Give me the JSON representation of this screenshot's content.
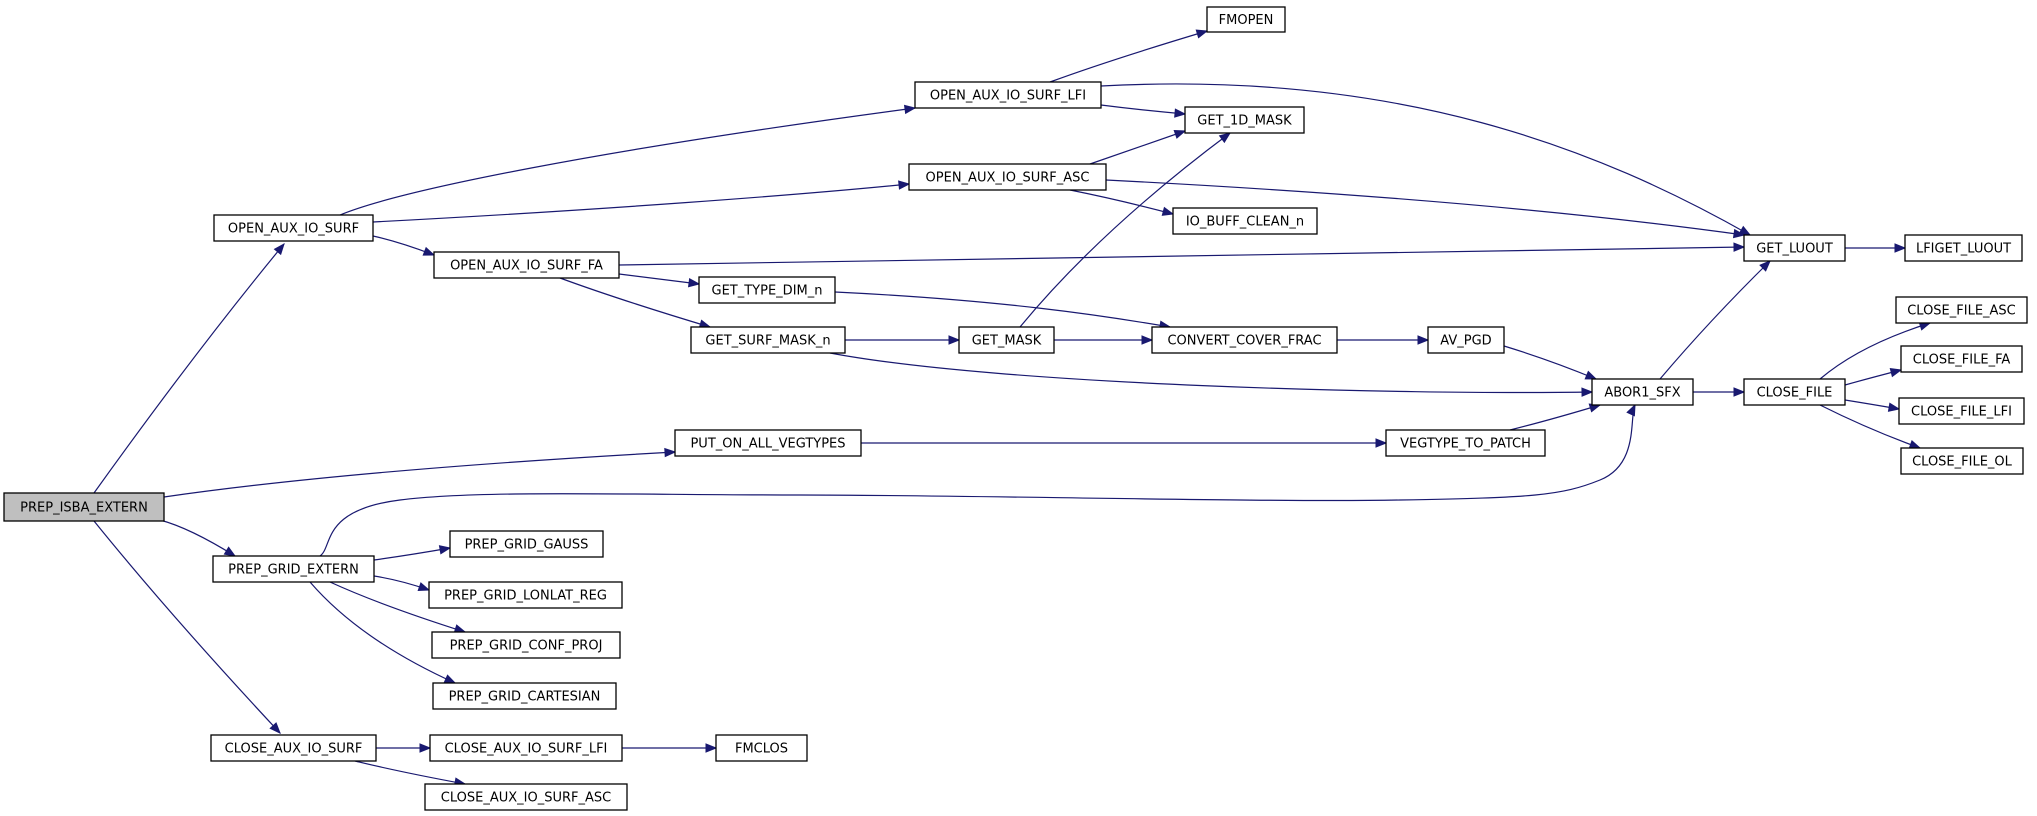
{
  "colors": {
    "edge": "#191970",
    "node_border": "#000000",
    "root_fill": "#bfbfbf",
    "node_fill": "#ffffff"
  },
  "nodes": [
    {
      "id": "PREP_ISBA_EXTERN",
      "label": "PREP_ISBA_EXTERN",
      "root": true
    },
    {
      "id": "OPEN_AUX_IO_SURF",
      "label": "OPEN_AUX_IO_SURF"
    },
    {
      "id": "PREP_GRID_EXTERN",
      "label": "PREP_GRID_EXTERN"
    },
    {
      "id": "CLOSE_AUX_IO_SURF",
      "label": "CLOSE_AUX_IO_SURF"
    },
    {
      "id": "OPEN_AUX_IO_SURF_LFI",
      "label": "OPEN_AUX_IO_SURF_LFI"
    },
    {
      "id": "OPEN_AUX_IO_SURF_ASC",
      "label": "OPEN_AUX_IO_SURF_ASC"
    },
    {
      "id": "OPEN_AUX_IO_SURF_FA",
      "label": "OPEN_AUX_IO_SURF_FA"
    },
    {
      "id": "FMOPEN",
      "label": "FMOPEN"
    },
    {
      "id": "GET_1D_MASK",
      "label": "GET_1D_MASK"
    },
    {
      "id": "IO_BUFF_CLEAN_n",
      "label": "IO_BUFF_CLEAN_n"
    },
    {
      "id": "GET_LUOUT",
      "label": "GET_LUOUT"
    },
    {
      "id": "LFIGET_LUOUT",
      "label": "LFIGET_LUOUT"
    },
    {
      "id": "GET_TYPE_DIM_n",
      "label": "GET_TYPE_DIM_n"
    },
    {
      "id": "GET_SURF_MASK_n",
      "label": "GET_SURF_MASK_n"
    },
    {
      "id": "GET_MASK",
      "label": "GET_MASK"
    },
    {
      "id": "CONVERT_COVER_FRAC",
      "label": "CONVERT_COVER_FRAC"
    },
    {
      "id": "AV_PGD",
      "label": "AV_PGD"
    },
    {
      "id": "ABOR1_SFX",
      "label": "ABOR1_SFX"
    },
    {
      "id": "CLOSE_FILE",
      "label": "CLOSE_FILE"
    },
    {
      "id": "CLOSE_FILE_ASC",
      "label": "CLOSE_FILE_ASC"
    },
    {
      "id": "CLOSE_FILE_FA",
      "label": "CLOSE_FILE_FA"
    },
    {
      "id": "CLOSE_FILE_LFI",
      "label": "CLOSE_FILE_LFI"
    },
    {
      "id": "CLOSE_FILE_OL",
      "label": "CLOSE_FILE_OL"
    },
    {
      "id": "PUT_ON_ALL_VEGTYPES",
      "label": "PUT_ON_ALL_VEGTYPES"
    },
    {
      "id": "VEGTYPE_TO_PATCH",
      "label": "VEGTYPE_TO_PATCH"
    },
    {
      "id": "PREP_GRID_GAUSS",
      "label": "PREP_GRID_GAUSS"
    },
    {
      "id": "PREP_GRID_LONLAT_REG",
      "label": "PREP_GRID_LONLAT_REG"
    },
    {
      "id": "PREP_GRID_CONF_PROJ",
      "label": "PREP_GRID_CONF_PROJ"
    },
    {
      "id": "PREP_GRID_CARTESIAN",
      "label": "PREP_GRID_CARTESIAN"
    },
    {
      "id": "CLOSE_AUX_IO_SURF_LFI",
      "label": "CLOSE_AUX_IO_SURF_LFI"
    },
    {
      "id": "FMCLOS",
      "label": "FMCLOS"
    },
    {
      "id": "CLOSE_AUX_IO_SURF_ASC",
      "label": "CLOSE_AUX_IO_SURF_ASC"
    }
  ],
  "edges": [
    {
      "from": "PREP_ISBA_EXTERN",
      "to": "OPEN_AUX_IO_SURF"
    },
    {
      "from": "PREP_ISBA_EXTERN",
      "to": "PUT_ON_ALL_VEGTYPES"
    },
    {
      "from": "PREP_ISBA_EXTERN",
      "to": "PREP_GRID_EXTERN"
    },
    {
      "from": "PREP_ISBA_EXTERN",
      "to": "CLOSE_AUX_IO_SURF"
    },
    {
      "from": "OPEN_AUX_IO_SURF",
      "to": "OPEN_AUX_IO_SURF_LFI"
    },
    {
      "from": "OPEN_AUX_IO_SURF",
      "to": "OPEN_AUX_IO_SURF_ASC"
    },
    {
      "from": "OPEN_AUX_IO_SURF",
      "to": "OPEN_AUX_IO_SURF_FA"
    },
    {
      "from": "OPEN_AUX_IO_SURF_LFI",
      "to": "FMOPEN"
    },
    {
      "from": "OPEN_AUX_IO_SURF_LFI",
      "to": "GET_1D_MASK"
    },
    {
      "from": "OPEN_AUX_IO_SURF_LFI",
      "to": "GET_LUOUT"
    },
    {
      "from": "OPEN_AUX_IO_SURF_ASC",
      "to": "GET_1D_MASK"
    },
    {
      "from": "OPEN_AUX_IO_SURF_ASC",
      "to": "IO_BUFF_CLEAN_n"
    },
    {
      "from": "OPEN_AUX_IO_SURF_ASC",
      "to": "GET_LUOUT"
    },
    {
      "from": "OPEN_AUX_IO_SURF_FA",
      "to": "GET_LUOUT"
    },
    {
      "from": "OPEN_AUX_IO_SURF_FA",
      "to": "GET_TYPE_DIM_n"
    },
    {
      "from": "OPEN_AUX_IO_SURF_FA",
      "to": "GET_SURF_MASK_n"
    },
    {
      "from": "GET_LUOUT",
      "to": "LFIGET_LUOUT"
    },
    {
      "from": "GET_TYPE_DIM_n",
      "to": "CONVERT_COVER_FRAC"
    },
    {
      "from": "GET_SURF_MASK_n",
      "to": "GET_MASK"
    },
    {
      "from": "GET_SURF_MASK_n",
      "to": "ABOR1_SFX"
    },
    {
      "from": "GET_MASK",
      "to": "GET_1D_MASK"
    },
    {
      "from": "GET_MASK",
      "to": "CONVERT_COVER_FRAC"
    },
    {
      "from": "CONVERT_COVER_FRAC",
      "to": "AV_PGD"
    },
    {
      "from": "AV_PGD",
      "to": "ABOR1_SFX"
    },
    {
      "from": "ABOR1_SFX",
      "to": "GET_LUOUT"
    },
    {
      "from": "ABOR1_SFX",
      "to": "CLOSE_FILE"
    },
    {
      "from": "CLOSE_FILE",
      "to": "CLOSE_FILE_ASC"
    },
    {
      "from": "CLOSE_FILE",
      "to": "CLOSE_FILE_FA"
    },
    {
      "from": "CLOSE_FILE",
      "to": "CLOSE_FILE_LFI"
    },
    {
      "from": "CLOSE_FILE",
      "to": "CLOSE_FILE_OL"
    },
    {
      "from": "PUT_ON_ALL_VEGTYPES",
      "to": "VEGTYPE_TO_PATCH"
    },
    {
      "from": "VEGTYPE_TO_PATCH",
      "to": "ABOR1_SFX"
    },
    {
      "from": "PREP_GRID_EXTERN",
      "to": "ABOR1_SFX"
    },
    {
      "from": "PREP_GRID_EXTERN",
      "to": "PREP_GRID_GAUSS"
    },
    {
      "from": "PREP_GRID_EXTERN",
      "to": "PREP_GRID_LONLAT_REG"
    },
    {
      "from": "PREP_GRID_EXTERN",
      "to": "PREP_GRID_CONF_PROJ"
    },
    {
      "from": "PREP_GRID_EXTERN",
      "to": "PREP_GRID_CARTESIAN"
    },
    {
      "from": "CLOSE_AUX_IO_SURF",
      "to": "CLOSE_AUX_IO_SURF_LFI"
    },
    {
      "from": "CLOSE_AUX_IO_SURF",
      "to": "CLOSE_AUX_IO_SURF_ASC"
    },
    {
      "from": "CLOSE_AUX_IO_SURF_LFI",
      "to": "FMCLOS"
    }
  ]
}
